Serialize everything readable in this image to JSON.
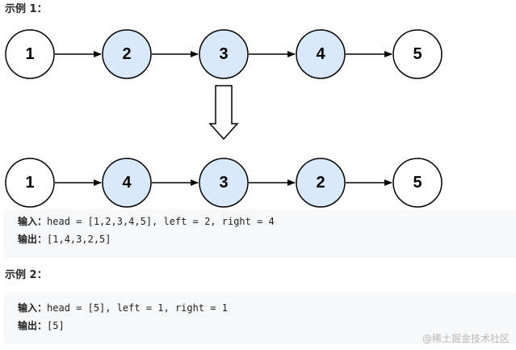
{
  "example1": {
    "heading": "示例 1：",
    "before_list": [
      "1",
      "2",
      "3",
      "4",
      "5"
    ],
    "after_list": [
      "1",
      "4",
      "3",
      "2",
      "5"
    ],
    "highlighted": [
      false,
      true,
      true,
      true,
      false
    ],
    "input_label": "输入：",
    "input_value": "head = [1,2,3,4,5], left = 2, right = 4",
    "output_label": "输出：",
    "output_value": "[1,4,3,2,5]"
  },
  "example2": {
    "heading": "示例 2：",
    "input_label": "输入：",
    "input_value": "head = [5], left = 1, right = 1",
    "output_label": "输出：",
    "output_value": "[5]"
  },
  "colors": {
    "node_plain_fill": "#ffffff",
    "node_highlight_fill": "#dae8fc",
    "stroke": "#000000",
    "code_background": "#f7f8fa",
    "watermark": "#b8b8b8"
  },
  "watermark": "@稀土掘金技术社区"
}
